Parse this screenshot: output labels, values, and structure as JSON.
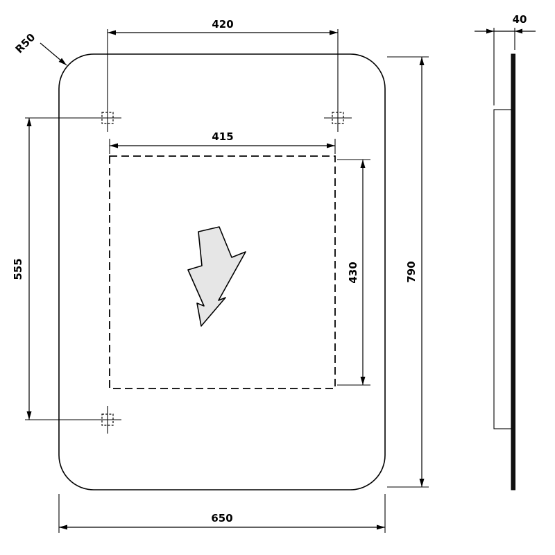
{
  "drawing": {
    "type": "technical-drawing-panel",
    "symbol": "lightning-bolt",
    "dimensions": {
      "hole_spacing_horizontal": "420",
      "cutout_width": "415",
      "hole_spacing_vertical": "555",
      "cutout_height": "430",
      "overall_height": "790",
      "overall_width": "650",
      "depth": "40",
      "corner_radius": "R50"
    }
  }
}
